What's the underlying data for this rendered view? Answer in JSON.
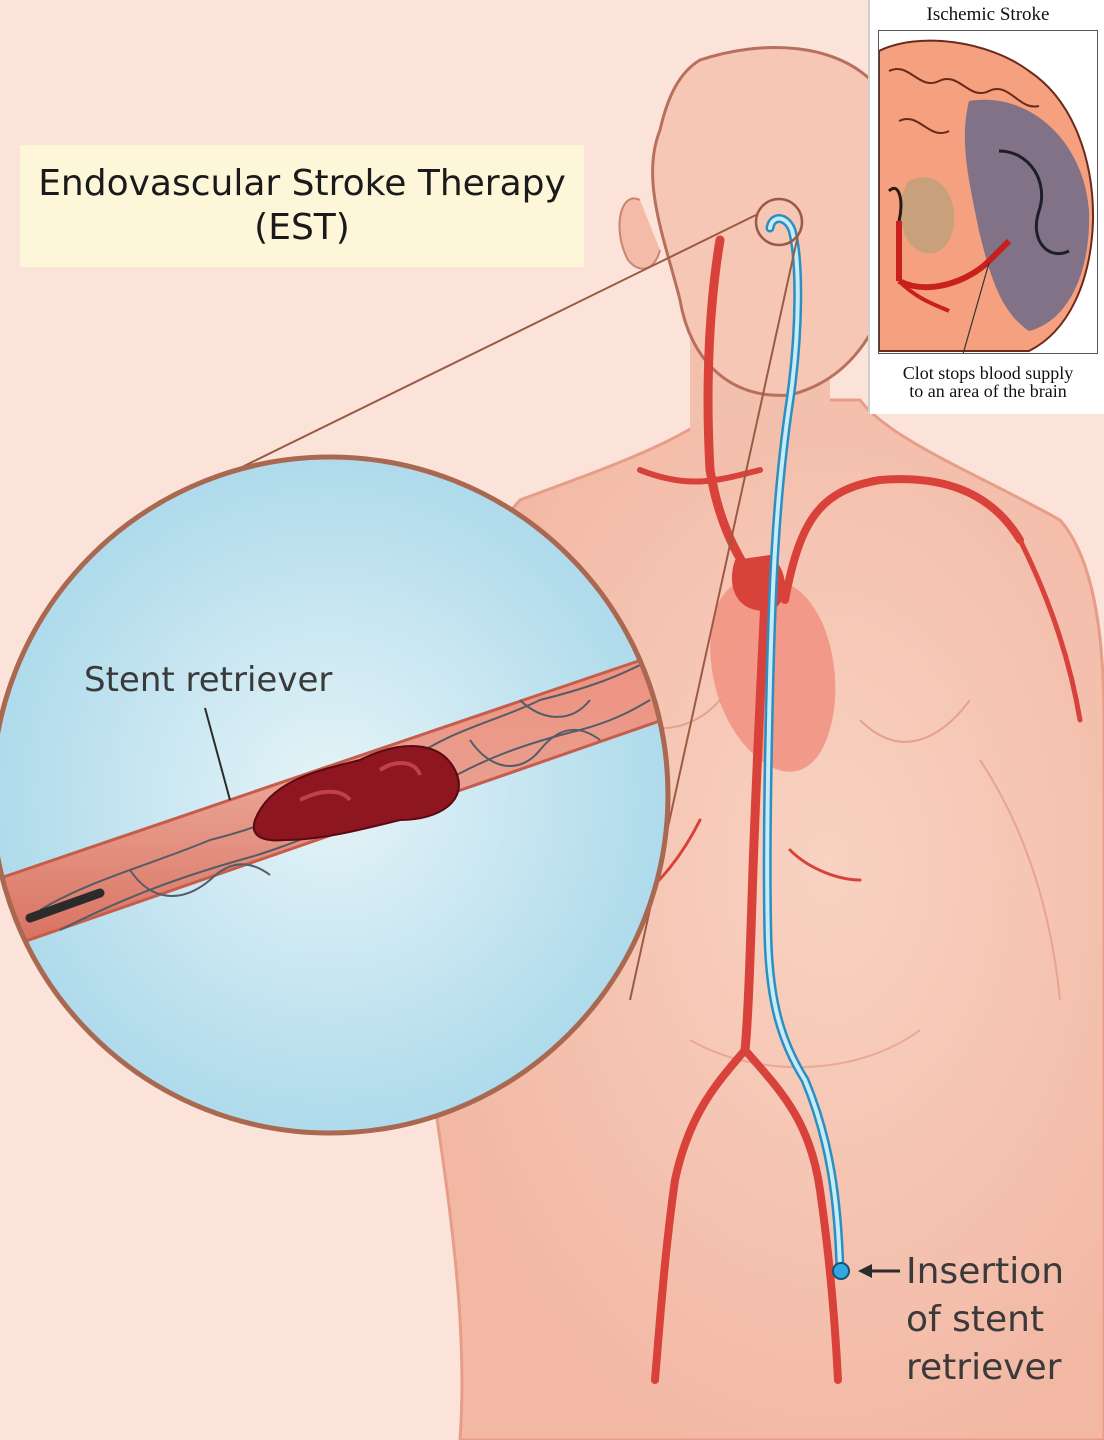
{
  "title": {
    "line1": "Endovascular Stroke Therapy",
    "line2": "(EST)"
  },
  "inset": {
    "title": "Ischemic Stroke",
    "caption_line1": "Clot stops blood supply",
    "caption_line2": "to an area of the brain"
  },
  "labels": {
    "stent_retriever": "Stent retriever",
    "insertion_line1": "Insertion",
    "insertion_line2": "of stent",
    "insertion_line3": "retriever"
  },
  "colors": {
    "background": "#fbe3da",
    "skin": "#f6c9b8",
    "artery": "#d9423a",
    "catheter": "#5ec8ec",
    "clot": "#8e1620",
    "magnifier_bg": "#bfe3f0",
    "title_box": "#fdf6d8"
  }
}
